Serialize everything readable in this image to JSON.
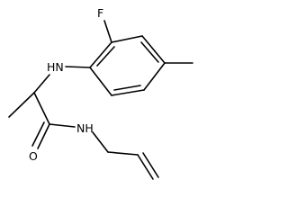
{
  "molecule": {
    "atoms": {
      "fluorine": "F",
      "amine_nh": "HN",
      "oxygen": "O",
      "amide_nh": "NH"
    }
  }
}
